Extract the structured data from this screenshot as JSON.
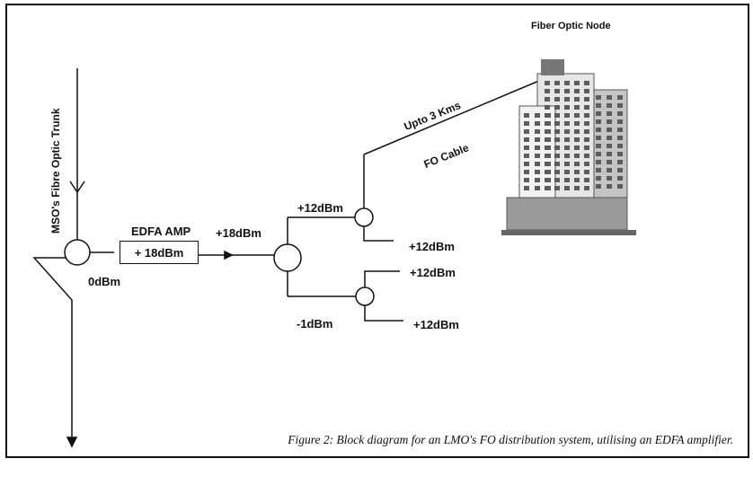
{
  "labels": {
    "trunk": "MSO's Fibre Optic Trunk",
    "amp_title": "EDFA AMP",
    "amp_gain": "+ 18dBm",
    "input_level": "0dBm",
    "amp_output": "+18dBm",
    "upper_branch": "+12dBm",
    "lower_branch": "-1dBm",
    "upper_out_1": "+12dBm",
    "lower_out_1": "+12dBm",
    "lower_out_2": "+12dBm",
    "cable_length": "Upto 3 Kms",
    "cable_type": "FO Cable",
    "node": "Fiber Optic Node"
  },
  "caption": "Figure 2: Block diagram for an LMO's FO distribution system, utilising an EDFA amplifier."
}
